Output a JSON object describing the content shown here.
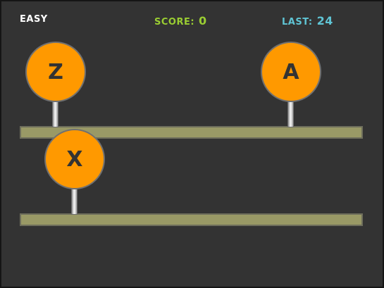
{
  "hud": {
    "difficulty": "EASY",
    "score_label": "SCORE:",
    "score_value": "0",
    "last_label": "LAST:",
    "last_value": "24"
  },
  "balls": [
    {
      "letter": "Z"
    },
    {
      "letter": "A"
    },
    {
      "letter": "X"
    }
  ],
  "colors": {
    "background": "#333333",
    "ball": "#ff9900",
    "shelf": "#999966",
    "score": "#9acd32",
    "last": "#5fc4d4"
  }
}
